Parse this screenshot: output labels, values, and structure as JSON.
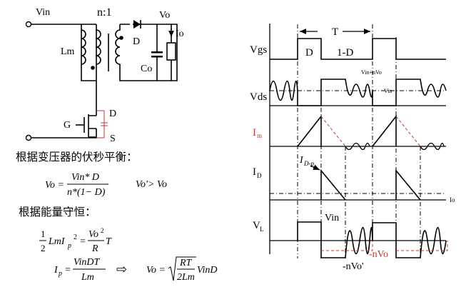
{
  "circuit": {
    "vin": "Vin",
    "ratio": "n:1",
    "vo": "Vo",
    "io": "Io",
    "diode": "D",
    "lm": "Lm",
    "co": "Co",
    "gate": "G",
    "drain": "D",
    "source": "S"
  },
  "text": {
    "volt_second_heading": "根据变压器的伏秒平衡：",
    "vo_lhs": "Vo =",
    "vo_num": "Vin* D",
    "vo_den": "n*(1− D)",
    "vo_compare": "Vo'> Vo",
    "energy_heading": "根据能量守恒：",
    "energy_half_num": "1",
    "energy_half_den": "2",
    "energy_lmi": "LmI",
    "energy_p": "p",
    "energy_sq": "2",
    "energy_eq": "=",
    "energy_num": "Vo",
    "energy_num_sq": "2",
    "energy_den": "R",
    "energy_T": "T",
    "ip_lhs": "I",
    "ip_sub": "p",
    "ip_eq": "=",
    "ip_num": "VinDT",
    "ip_den": "Lm",
    "implies": "⇨",
    "vo2_lhs": "Vo =",
    "vo2_num": "RT",
    "vo2_den": "2Lm",
    "vo2_tail": "VinD"
  },
  "waveforms": {
    "period": "T",
    "duty": "D",
    "off_duty": "1-D",
    "vgs": "Vgs",
    "vds": "Vds",
    "vds_high": "Vin+nVo",
    "vds_mid": "Vin",
    "im": "I",
    "im_sub": "m",
    "id": "I",
    "id_sub": "D",
    "id_peak": "I",
    "id_peak_sub": "D-p",
    "io": "Io",
    "vl": "V",
    "vl_sub": "L",
    "vl_vin": "Vin",
    "vl_nvo_prime": "-nVo'",
    "vl_nvo": "-nVo",
    "accent_red": "#c0392b"
  }
}
